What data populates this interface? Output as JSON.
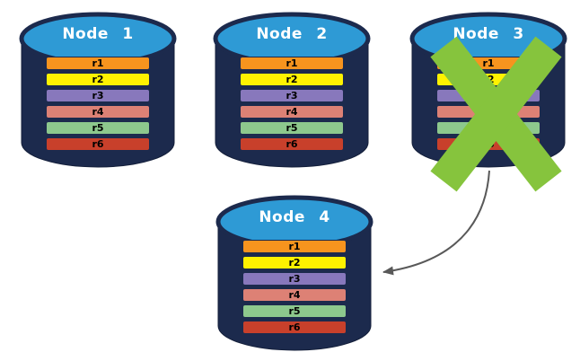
{
  "colors": {
    "background": "#ffffff",
    "cylinder_body": "#1c2a4d",
    "cylinder_outline": "#141f3a",
    "cylinder_top": "#2e9ad5",
    "title_text": "#ffffff",
    "row_text": "#000000",
    "failure_x": "#86c43d",
    "arrow": "#595959"
  },
  "icons": {
    "failure_x": "✕",
    "arrow": "curved-arrow"
  },
  "nodes": [
    {
      "title": "Node 1",
      "failed": false,
      "rows": [
        {
          "label": "r1",
          "color": "#f7941e"
        },
        {
          "label": "r2",
          "color": "#fff200"
        },
        {
          "label": "r3",
          "color": "#8878bc"
        },
        {
          "label": "r4",
          "color": "#dd8175"
        },
        {
          "label": "r5",
          "color": "#8dc88d"
        },
        {
          "label": "r6",
          "color": "#c8402b"
        }
      ]
    },
    {
      "title": "Node 2",
      "failed": false,
      "rows": [
        {
          "label": "r1",
          "color": "#f7941e"
        },
        {
          "label": "r2",
          "color": "#fff200"
        },
        {
          "label": "r3",
          "color": "#8878bc"
        },
        {
          "label": "r4",
          "color": "#dd8175"
        },
        {
          "label": "r5",
          "color": "#8dc88d"
        },
        {
          "label": "r6",
          "color": "#c8402b"
        }
      ]
    },
    {
      "title": "Node 3",
      "failed": true,
      "rows": [
        {
          "label": "r1",
          "color": "#f7941e"
        },
        {
          "label": "r2",
          "color": "#fff200"
        },
        {
          "label": "r3",
          "color": "#8878bc"
        },
        {
          "label": "r4",
          "color": "#dd8175"
        },
        {
          "label": "r5",
          "color": "#8dc88d"
        },
        {
          "label": "r6",
          "color": "#c8402b"
        }
      ]
    },
    {
      "title": "Node 4",
      "failed": false,
      "rows": [
        {
          "label": "r1",
          "color": "#f7941e"
        },
        {
          "label": "r2",
          "color": "#fff200"
        },
        {
          "label": "r3",
          "color": "#8878bc"
        },
        {
          "label": "r4",
          "color": "#dd8175"
        },
        {
          "label": "r5",
          "color": "#8dc88d"
        },
        {
          "label": "r6",
          "color": "#c8402b"
        }
      ]
    }
  ],
  "arrow": {
    "from": "Node 3",
    "to": "Node 4"
  }
}
